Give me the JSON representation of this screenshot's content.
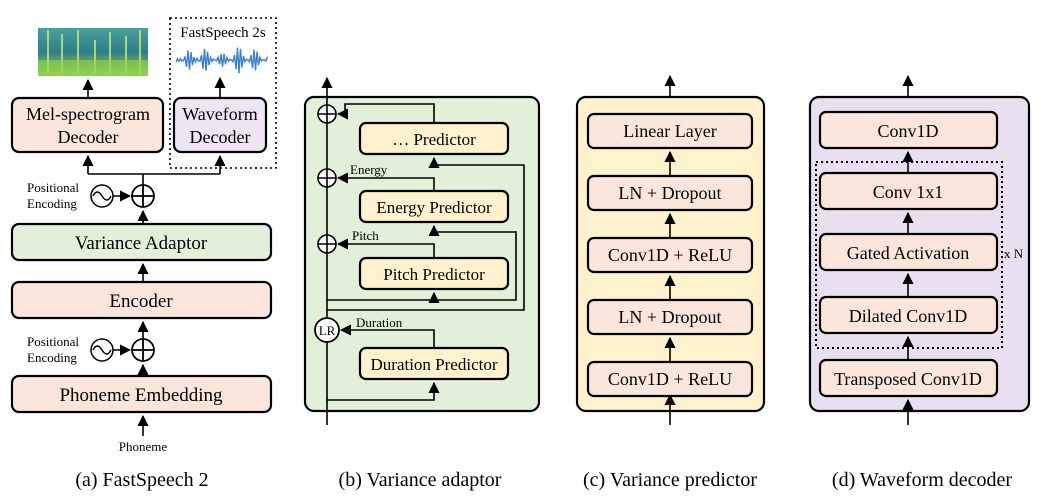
{
  "colors": {
    "peach": "#fbe6db",
    "green": "#e2efd9",
    "yellow": "#fff2cc",
    "cream": "#fff2cc",
    "purple": "#e8dff0",
    "purple_light": "#efe6f5"
  },
  "panel_a": {
    "caption": "(a) FastSpeech 2",
    "input_label": "Phoneme",
    "phoneme_embedding": "Phoneme Embedding",
    "encoder": "Encoder",
    "variance_adaptor": "Variance Adaptor",
    "mel_decoder_line1": "Mel-spectrogram",
    "mel_decoder_line2": "Decoder",
    "waveform_decoder_line1": "Waveform",
    "waveform_decoder_line2": "Decoder",
    "fastspeech2s_label": "FastSpeech 2s",
    "pos_enc_line1": "Positional",
    "pos_enc_line2": "Encoding",
    "spectrogram_icon": "spectrogram-icon",
    "waveform_icon": "waveform-icon"
  },
  "panel_b": {
    "caption": "(b) Variance adaptor",
    "dots_predictor": "… Predictor",
    "energy_predictor": "Energy Predictor",
    "pitch_predictor": "Pitch Predictor",
    "duration_predictor": "Duration Predictor",
    "energy_label": "Energy",
    "pitch_label": "Pitch",
    "duration_label": "Duration",
    "lr_label": "LR"
  },
  "panel_c": {
    "caption": "(c) Variance predictor",
    "layers": [
      "Linear Layer",
      "LN + Dropout",
      "Conv1D + ReLU",
      "LN + Dropout",
      "Conv1D + ReLU"
    ]
  },
  "panel_d": {
    "caption": "(d) Waveform decoder",
    "conv1d": "Conv1D",
    "conv1x1": "Conv 1x1",
    "gated": "Gated Activation",
    "dilated": "Dilated Conv1D",
    "transposed": "Transposed Conv1D",
    "repeat_label": "x N"
  }
}
